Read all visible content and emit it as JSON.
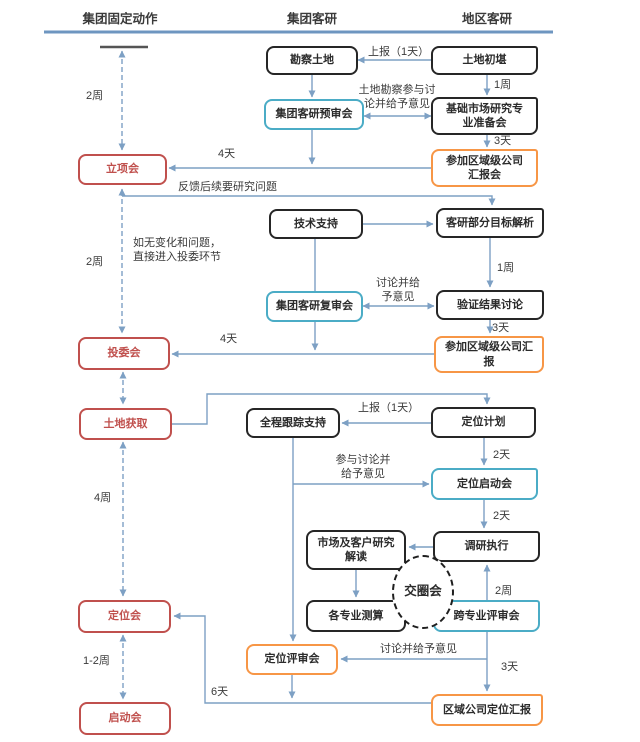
{
  "columns": {
    "left": "集团固定动作",
    "middle": "集团客研",
    "right": "地区客研"
  },
  "nodes": {
    "survey_land": "勘察土地",
    "land_initial": "土地初堪",
    "group_pre_review": "集团客研预审会",
    "basic_market_prep": "基础市场研究专业准备会",
    "regional_report_1": "参加区域级公司汇报会",
    "project_meeting": "立项会",
    "tech_support": "技术支持",
    "target_analysis": "客研部分目标解析",
    "group_re_review": "集团客研复审会",
    "verify_discuss": "验证结果讨论",
    "investment_meeting": "投委会",
    "regional_report_2": "参加区域级公司汇报",
    "land_acquisition": "土地获取",
    "full_tracking": "全程跟踪支持",
    "positioning_plan": "定位计划",
    "positioning_kickoff": "定位启动会",
    "market_interpret": "市场及客户研究解读",
    "research_exec": "调研执行",
    "discipline_calc": "各专业测算",
    "cross_review": "跨专业评审会",
    "positioning_meeting": "定位会",
    "positioning_review": "定位评审会",
    "regional_positioning_report": "区域公司定位汇报",
    "kickoff_meeting": "启动会",
    "circle_meeting": "交圈会"
  },
  "edge_labels": {
    "report_1day_top": "上报（1天）",
    "week1_a": "1周",
    "land_survey_discuss": "土地勘察参与讨论并给予意见",
    "days3_a": "3天",
    "days4_a": "4天",
    "feedback_issues": "反馈后续要研究问题",
    "no_change_note": "如无变化和问题，直接进入投委环节",
    "week2_a": "2周",
    "week2_b": "2周",
    "discuss_give_opinion_a": "讨论并给予意见",
    "week1_b": "1周",
    "days3_b": "3天",
    "days4_b": "4天",
    "report_1day_bottom": "上报（1天）",
    "days2_a": "2天",
    "participate_discuss": "参与讨论并给予意见",
    "days2_b": "2天",
    "week2_c": "2周",
    "discuss_give_opinion_b": "讨论并给予意见",
    "days3_c": "3天",
    "days6": "6天",
    "week4": "4周",
    "week12": "1-2周"
  },
  "colors": {
    "line": "#7da0c4",
    "divider": "#6e96c0",
    "black_box": "#262626",
    "teal_box": "#4bacc6",
    "orange_box": "#f79646",
    "red_box": "#c0504d"
  }
}
